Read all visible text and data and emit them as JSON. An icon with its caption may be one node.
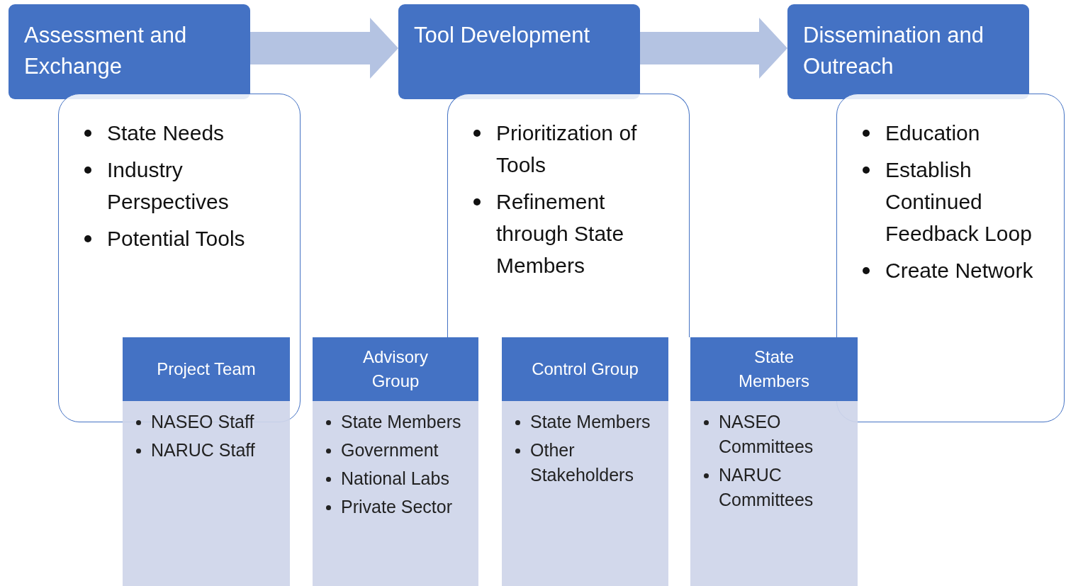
{
  "diagram": {
    "nodes": [
      {
        "text": [
          "Assessment and Exchange"
        ]
      },
      {
        "text": [
          "State Needs",
          "Industry Perspectives",
          "Potential Tools"
        ]
      },
      {
        "text": [
          "Tool Development"
        ]
      },
      {
        "text": [
          "Prioritization of Tools",
          "Refinement through State Members"
        ]
      },
      {
        "text": [
          "Dissemination and Outreach"
        ]
      },
      {
        "text": [
          "Education",
          "Establish Continued Feedback Loop",
          "Create Network"
        ]
      },
      {
        "text": [
          "Project Team",
          "NASEO Staff",
          "NARUC Staff"
        ]
      },
      {
        "text": [
          "Advisory Group",
          "State Members",
          "Government",
          "National Labs",
          "Private Sector"
        ]
      },
      {
        "text": [
          "Control Group",
          "State Members",
          "Other Stakeholders"
        ]
      },
      {
        "text": [
          "State Members",
          "NASEO Committees",
          "NARUC Committees"
        ]
      }
    ],
    "edges": [
      {
        "from": 0,
        "to": 2,
        "arrow": "to"
      },
      {
        "from": 2,
        "to": 4,
        "arrow": "to"
      }
    ]
  }
}
